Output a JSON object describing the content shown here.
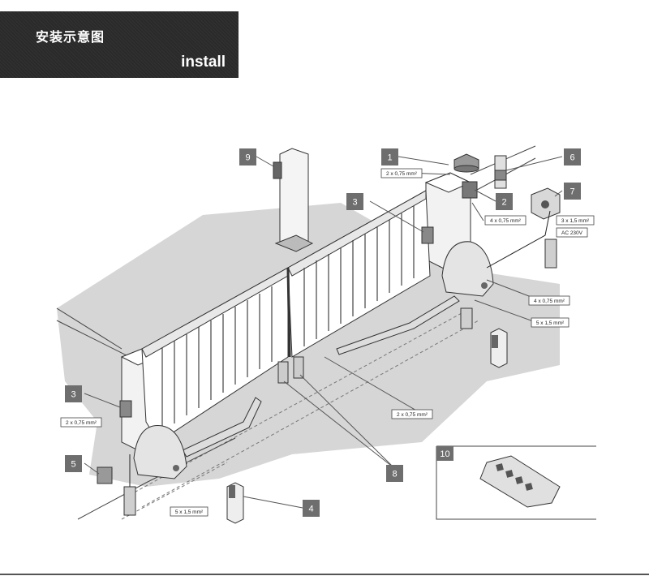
{
  "header": {
    "title_cn": "安装示意图",
    "title_en": "install"
  },
  "callouts": {
    "n1": "1",
    "n2": "2",
    "n3a": "3",
    "n3b": "3",
    "n4": "4",
    "n5": "5",
    "n6": "6",
    "n7": "7",
    "n8": "8",
    "n9": "9",
    "n10": "10"
  },
  "cables": {
    "c_2x075_top": "2 x 0,75 mm²",
    "c_4x075_top": "4 x 0,75 mm²",
    "c_3x15": "3 x 1,5 mm²",
    "c_ac230": "AC 230V",
    "c_4x075_mid": "4 x 0,75 mm²",
    "c_5x15_right": "5 x 1,5 mm²",
    "c_2x075_center": "2 x 0,75 mm²",
    "c_2x075_left": "2 x 0,75 mm²",
    "c_5x15_bottom": "5 x 1,5 mm²"
  }
}
